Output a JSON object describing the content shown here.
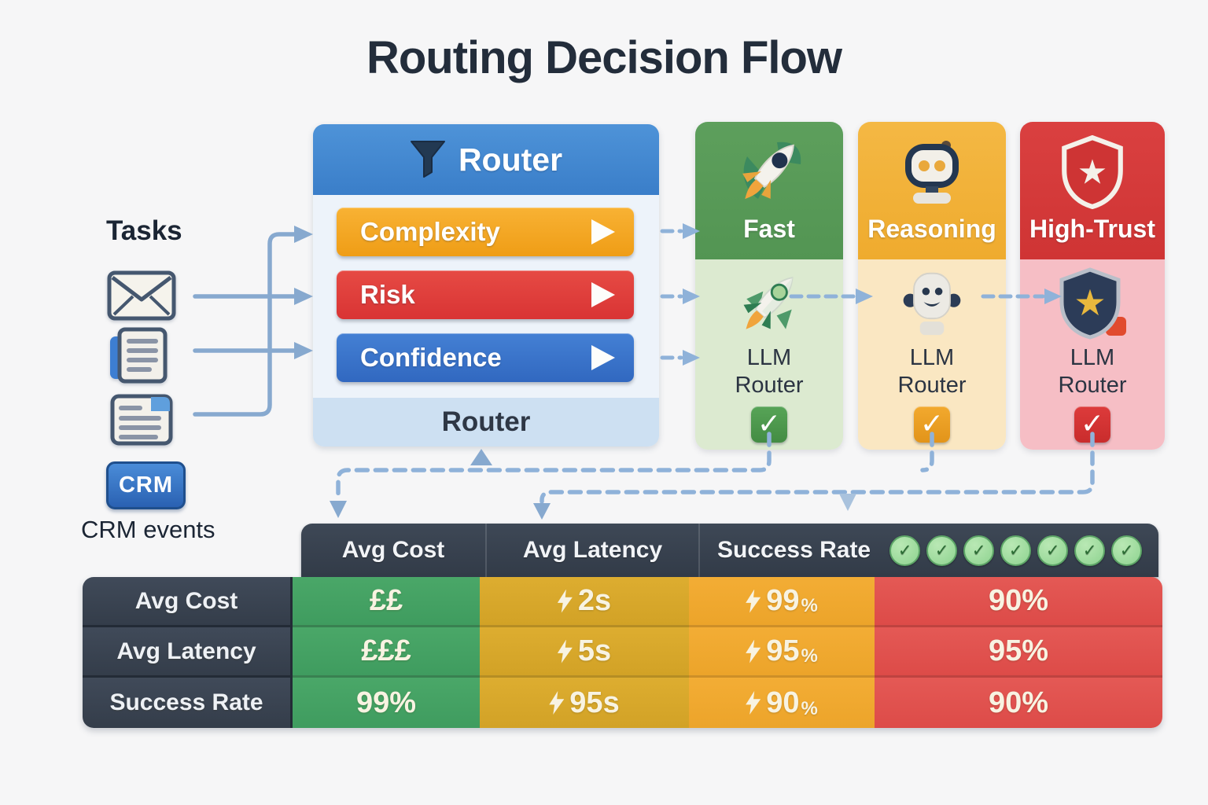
{
  "title": "Routing Decision Flow",
  "tasks": {
    "heading": "Tasks",
    "crm_badge": "CRM",
    "crm_caption": "CRM events"
  },
  "router": {
    "header_label": "Router",
    "footer_label": "Router",
    "criteria": [
      {
        "label": "Complexity"
      },
      {
        "label": "Risk"
      },
      {
        "label": "Confidence"
      }
    ]
  },
  "lanes": [
    {
      "title": "Fast",
      "model": "LLM Router"
    },
    {
      "title": "Reasoning",
      "model": "LLM Router"
    },
    {
      "title": "High-Trust",
      "model": "LLM Router"
    }
  ],
  "table": {
    "headers": [
      "Avg Cost",
      "Avg Latency",
      "Success Rate"
    ],
    "header_checks": 7,
    "rows": [
      {
        "label": "Avg Cost",
        "cost": "££",
        "latency": "2s",
        "success": "99",
        "success_unit": "%",
        "trust": "90%"
      },
      {
        "label": "Avg Latency",
        "cost": "£££",
        "latency": "5s",
        "success": "95",
        "success_unit": "%",
        "trust": "95%"
      },
      {
        "label": "Success Rate",
        "cost": "99%",
        "latency": "95s",
        "success": "90",
        "success_unit": "%",
        "trust": "90%"
      }
    ]
  },
  "colors": {
    "router_header": "#4289d3",
    "complexity_bar": "#f5a822",
    "risk_bar": "#e23d3d",
    "confidence_bar": "#3a74cb",
    "fast_header": "#569757",
    "fast_body": "#dcead0",
    "reasoning_header": "#f2b33e",
    "reasoning_body": "#fae7c2",
    "hightrust_header": "#d63c3c",
    "hightrust_body": "#f6bec5",
    "table_dark": "#38414f",
    "cell_green": "#43a164",
    "cell_yellow": "#d8a82a",
    "cell_orange": "#f0a930",
    "cell_red": "#e2504e",
    "arrow_blue": "#88abd1"
  }
}
